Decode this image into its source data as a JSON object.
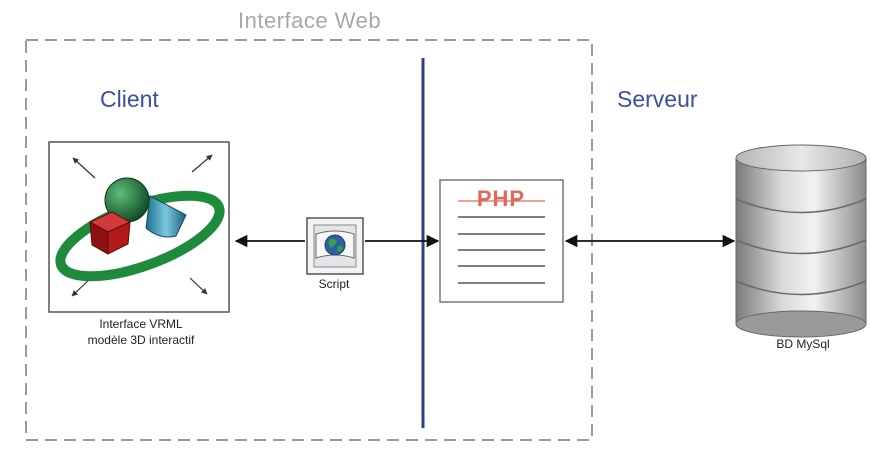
{
  "titles": {
    "web_interface": "Interface Web",
    "client": "Client",
    "server": "Serveur"
  },
  "nodes": {
    "vrml": {
      "caption_line1": "Interface VRML",
      "caption_line2": "modèle 3D interactif"
    },
    "script": {
      "caption": "Script"
    },
    "php": {
      "label": "PHP"
    },
    "database": {
      "caption": "BD MySql"
    }
  },
  "colors": {
    "title_blue": "#3a4fa0",
    "divider_blue": "#2d3f8c",
    "dashed_border": "#9a9a9a",
    "php_red": "#e06a5a",
    "ring_green": "#1e8a3c",
    "cube_red": "#b01a1a",
    "sphere_green": "#1f6b3a",
    "cone_blue": "#3b9bb8"
  }
}
